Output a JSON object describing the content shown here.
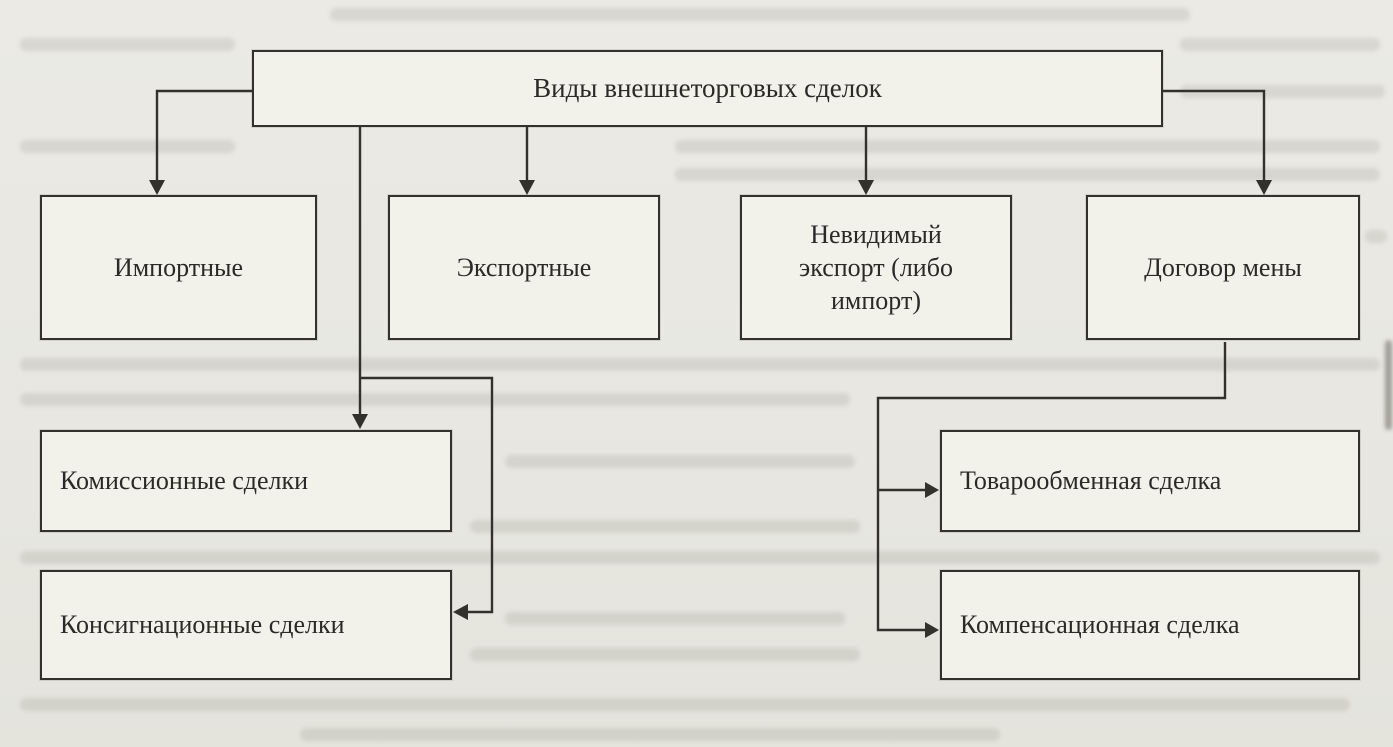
{
  "diagram": {
    "root": {
      "label": "Виды внешнеторговых сделок"
    },
    "level1": [
      {
        "label": "Импортные"
      },
      {
        "label": "Экспортные"
      },
      {
        "label": "Невидимый экспорт (либо импорт)"
      },
      {
        "label": "Договор мены"
      }
    ],
    "trade_children": [
      {
        "label": "Комиссионные сделки"
      },
      {
        "label": "Консигнационные сделки"
      }
    ],
    "barter_children": [
      {
        "label": "Товарообменная сделка"
      },
      {
        "label": "Компенсационная сделка"
      }
    ],
    "colors": {
      "line": "#33312c",
      "box_border": "#33312c",
      "box_fill": "#f2f1ea",
      "paper": "#e9e8e2"
    }
  }
}
